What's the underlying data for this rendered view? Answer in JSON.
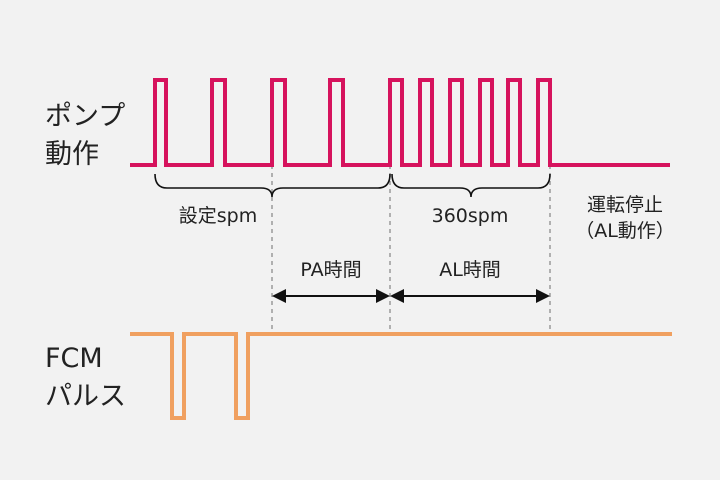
{
  "labels": {
    "pump_line1": "ポンプ",
    "pump_line2": "動作",
    "fcm_line1": "FCM",
    "fcm_line2": "パルス",
    "set_spm": "設定spm",
    "spm360": "360spm",
    "stop_line1": "運転停止",
    "stop_line2": "（AL動作）",
    "pa_time": "PA時間",
    "al_time": "AL時間"
  },
  "colors": {
    "pump": "#d6135d",
    "fcm": "#f0a060",
    "guide": "#999999",
    "ink": "#111111"
  }
}
